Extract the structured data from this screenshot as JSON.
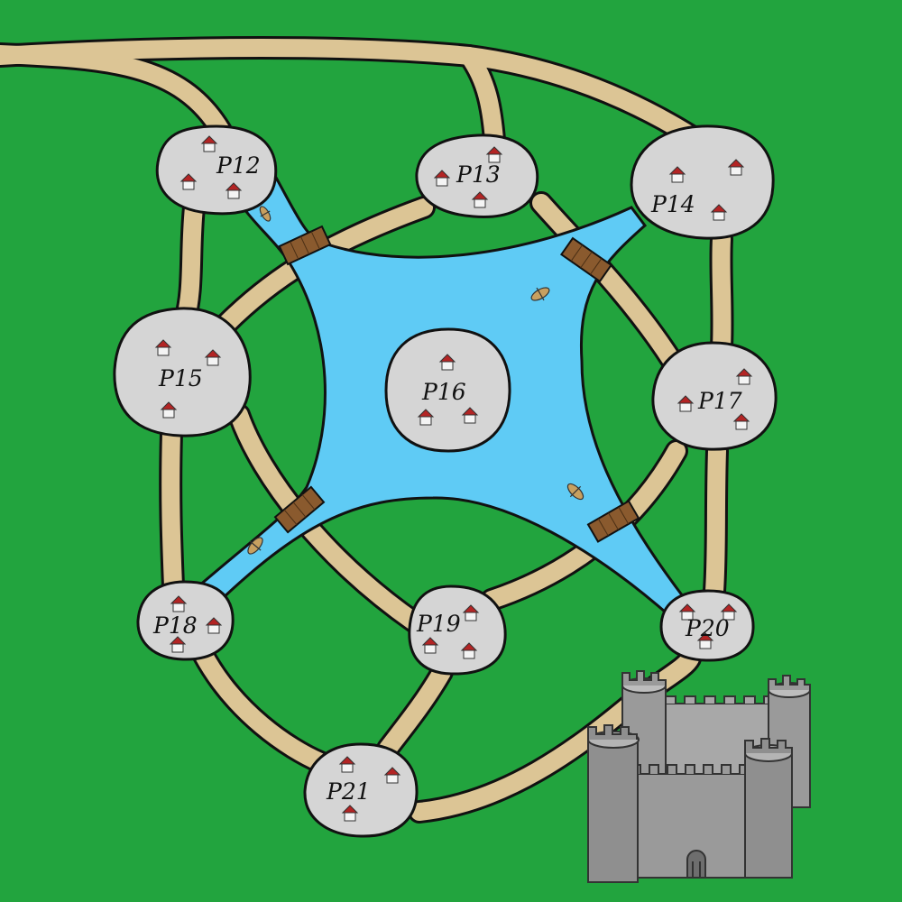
{
  "colors": {
    "grass": "#22a43e",
    "road": "#dcc595",
    "water": "#5fcbf5",
    "town": "#d5d5d5",
    "outline": "#111111",
    "bridge": "#8a5a2e",
    "roof": "#b32424",
    "wall": "#f4f4f4",
    "castle": "#9a9a9a"
  },
  "nodes": [
    {
      "id": "P12",
      "label": "P12"
    },
    {
      "id": "P13",
      "label": "P13"
    },
    {
      "id": "P14",
      "label": "P14"
    },
    {
      "id": "P15",
      "label": "P15"
    },
    {
      "id": "P16",
      "label": "P16"
    },
    {
      "id": "P17",
      "label": "P17"
    },
    {
      "id": "P18",
      "label": "P18"
    },
    {
      "id": "P19",
      "label": "P19"
    },
    {
      "id": "P20",
      "label": "P20"
    },
    {
      "id": "P21",
      "label": "P21"
    }
  ],
  "features": {
    "lake": "lake",
    "castle": "castle",
    "bridges": 4,
    "boats": 4
  }
}
